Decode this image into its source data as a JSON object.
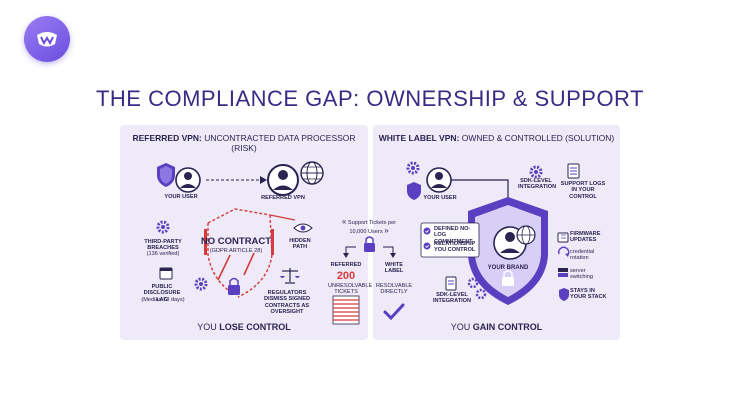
{
  "title": "THE COMPLIANCE GAP: OWNERSHIP & SUPPORT",
  "left": {
    "title_bold": "REFERRED VPN:",
    "title_rest": " UNCONTRACTED DATA PROCESSOR (RISK)",
    "your_user": "YOUR USER",
    "referred_vpn": "REFERRED VPN",
    "no_contract": "NO CONTRACT",
    "gdpr": "(GDPR ARTICLE 28)",
    "hidden_path": "HIDDEN PATH",
    "breaches": "THIRD-PARTY BREACHES",
    "breaches_sub": "(136 verified)",
    "disclosure": "PUBLIC DISCLOSURE LAG",
    "disclosure_sub": "(Median 73 days)",
    "regulators": "REGULATORS DISMISS SIGNED CONTRACTS AS OVERSIGHT",
    "footer_plain": "YOU ",
    "footer_bold": "LOSE CONTROL"
  },
  "center": {
    "tickets": "Support Tickets per 10,000 Users",
    "referred": "REFERRED",
    "referred_value": "200",
    "referred_sub": "UNRESOLVABLE TICKETS",
    "white_label": "WHITE LABEL",
    "white_label_sub": "RESOLVABLE DIRECTLY"
  },
  "right": {
    "title_bold": "WHITE LABEL VPN:",
    "title_rest": " OWNED & CONTROLLED (SOLUTION)",
    "your_user": "YOUR USER",
    "sdk_top": "SDK-LEVEL INTEGRATION",
    "support_logs": "SUPPORT LOGS IN YOUR CONTROL",
    "defined_nolog": "DEFINED NO-LOG COMMITMENT",
    "relationship": "RELATIONSHIP YOU CONTROL",
    "your_brand": "YOUR BRAND",
    "firmware": "FIRMWARE UPDATES",
    "credential": "credential rotation",
    "server": "server switching",
    "stays": "STAYS IN YOUR STACK",
    "sdk_bottom": "SDK-LEVEL INTEGRATION",
    "footer_plain": "YOU ",
    "footer_bold": "GAIN CONTROL"
  },
  "colors": {
    "accent": "#5a3fc0",
    "danger": "#d63a3a",
    "panel": "#eeeaf8",
    "ink": "#2b2350"
  }
}
